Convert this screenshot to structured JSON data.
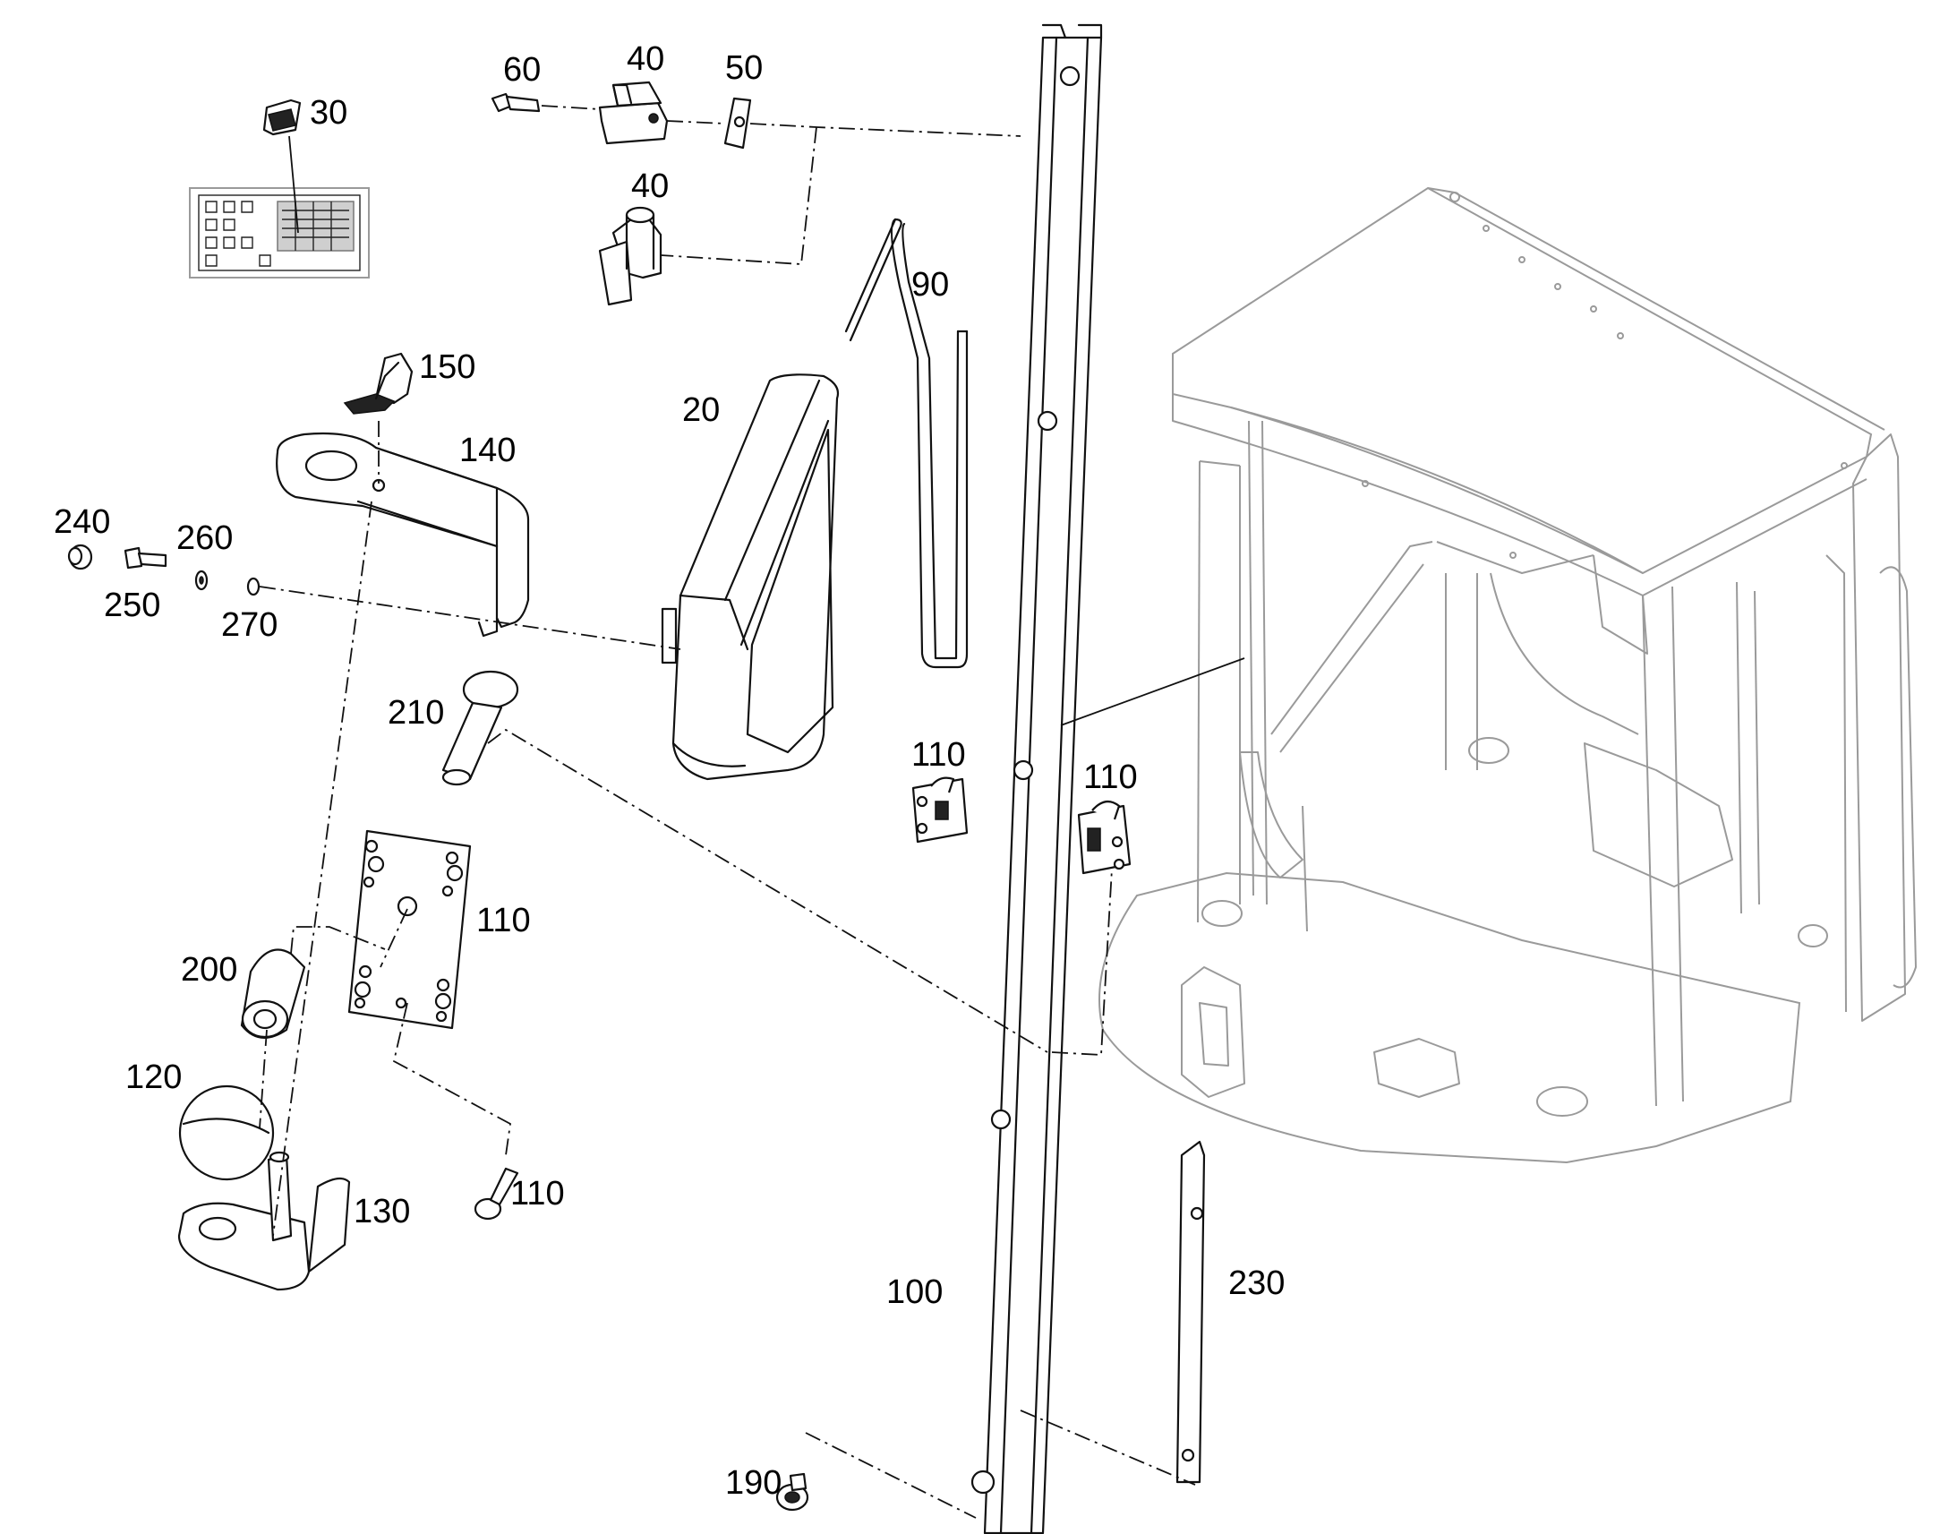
{
  "callouts": {
    "p20": "20",
    "p30": "30",
    "p40a": "40",
    "p40b": "40",
    "p50": "50",
    "p60": "60",
    "p90": "90",
    "p100": "100",
    "p110a": "110",
    "p110b": "110",
    "p110c": "110",
    "p110d": "110",
    "p120": "120",
    "p130": "130",
    "p140": "140",
    "p150": "150",
    "p190": "190",
    "p200": "200",
    "p210": "210",
    "p230": "230",
    "p240": "240",
    "p250": "250",
    "p260": "260",
    "p270": "270"
  }
}
